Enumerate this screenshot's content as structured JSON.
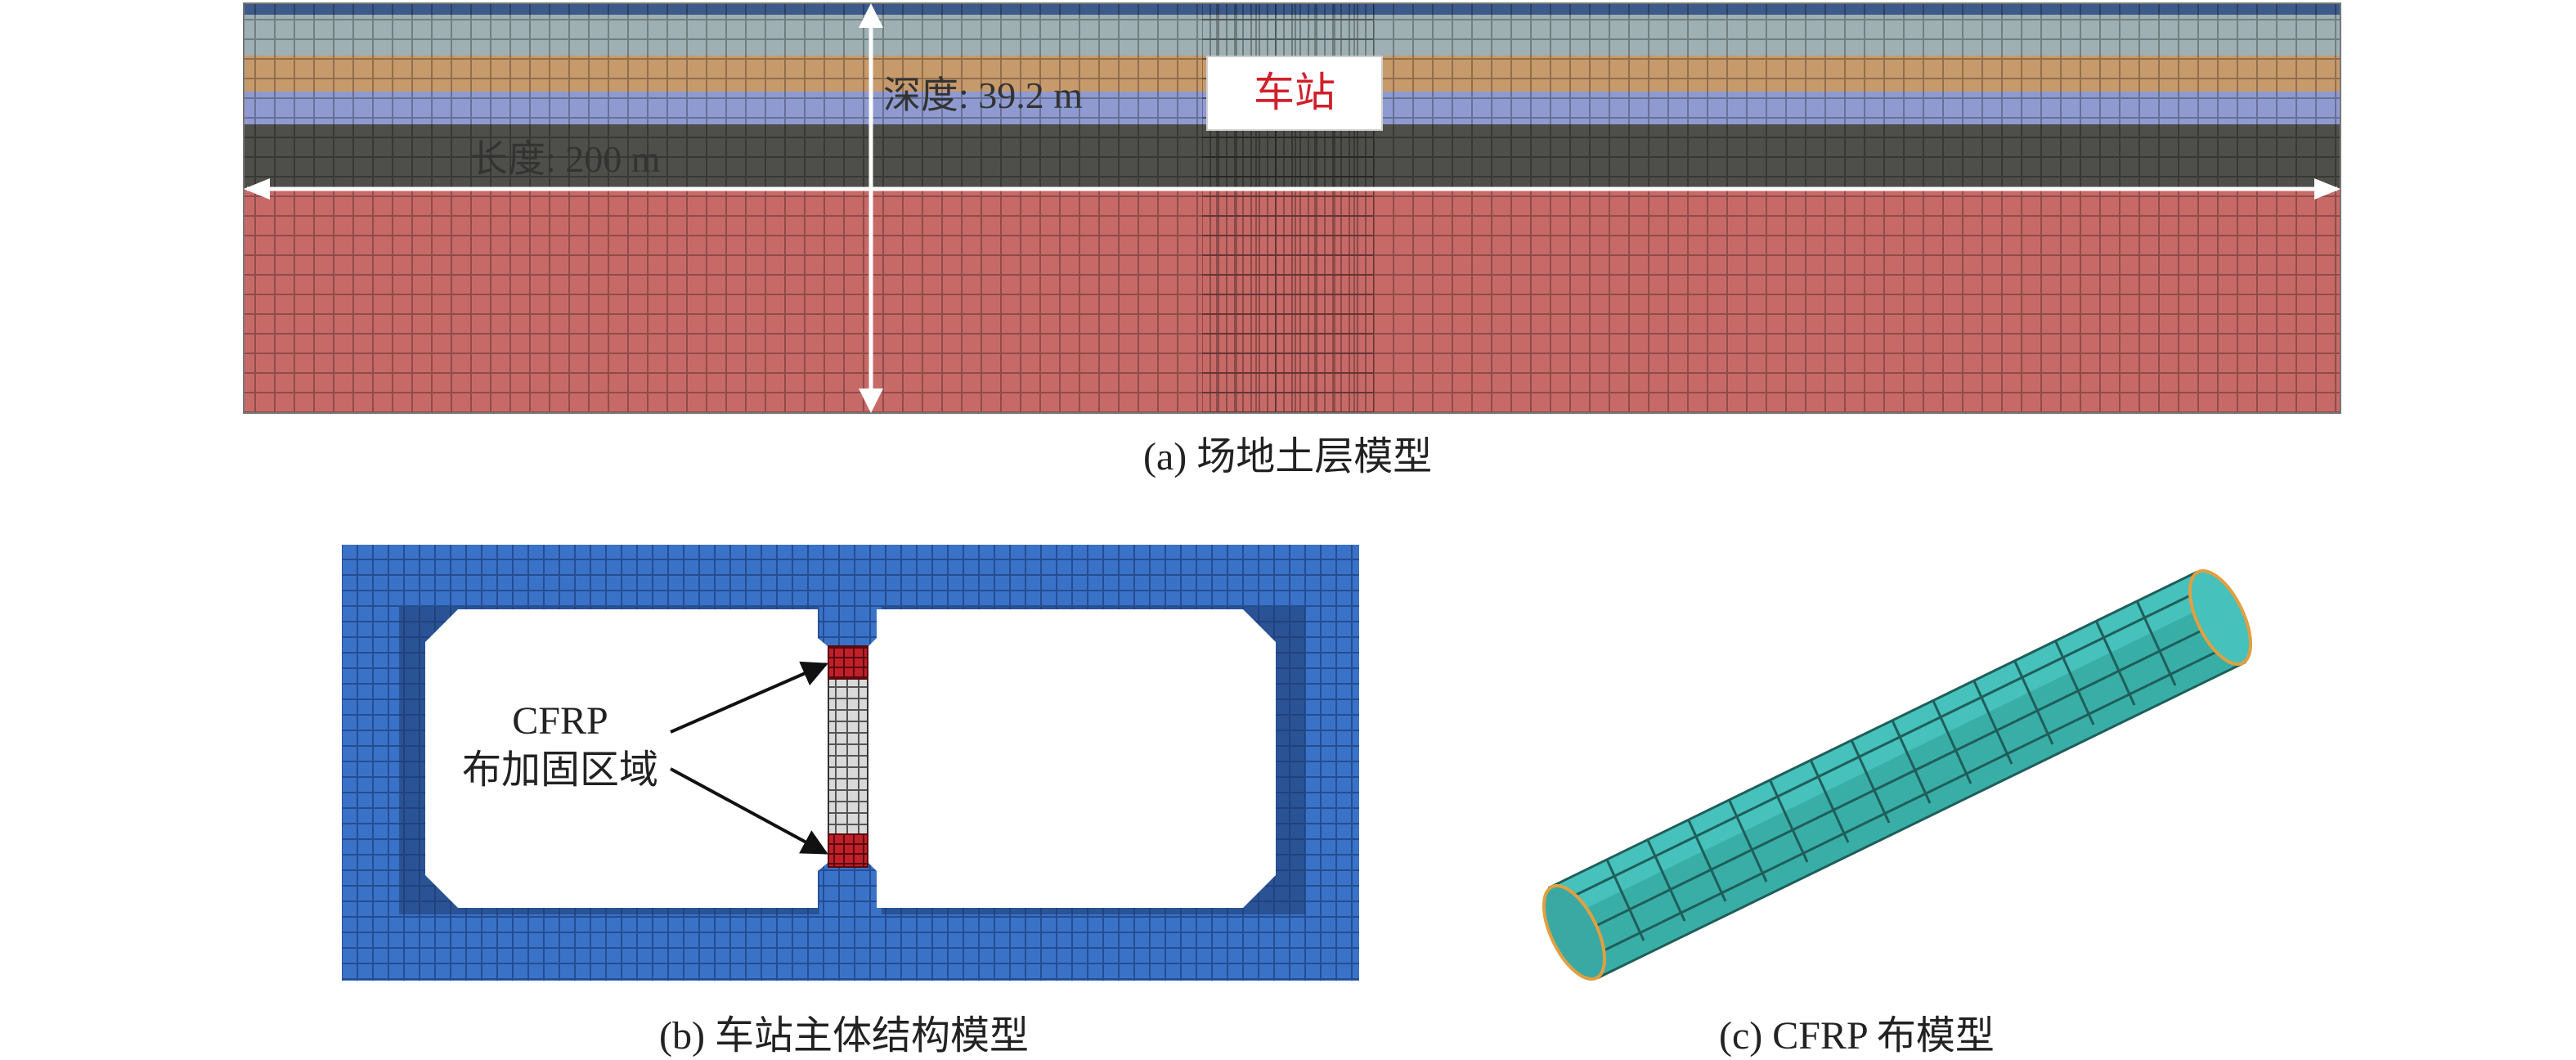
{
  "panel_a": {
    "caption": "(a) 场地土层模型",
    "depth_label": "深度: 39.2 m",
    "length_label": "长度: 200 m",
    "station_label": "车站",
    "layer_colors": [
      "#3d5a8a",
      "#9eb0b3",
      "#c79a6b",
      "#8f9bd0",
      "#4e4e4a",
      "#c76a67"
    ],
    "accent_label_color": "#d0202b"
  },
  "panel_b": {
    "caption": "(b) 车站主体结构模型",
    "callout_line1": "CFRP",
    "callout_line2": "布加固区域",
    "structure_color": "#3a72c8",
    "reinforcement_color": "#c0202a"
  },
  "panel_c": {
    "caption": "(c) CFRP 布模型",
    "tube_color": "#46c1bb",
    "edge_color": "#e0a040"
  }
}
